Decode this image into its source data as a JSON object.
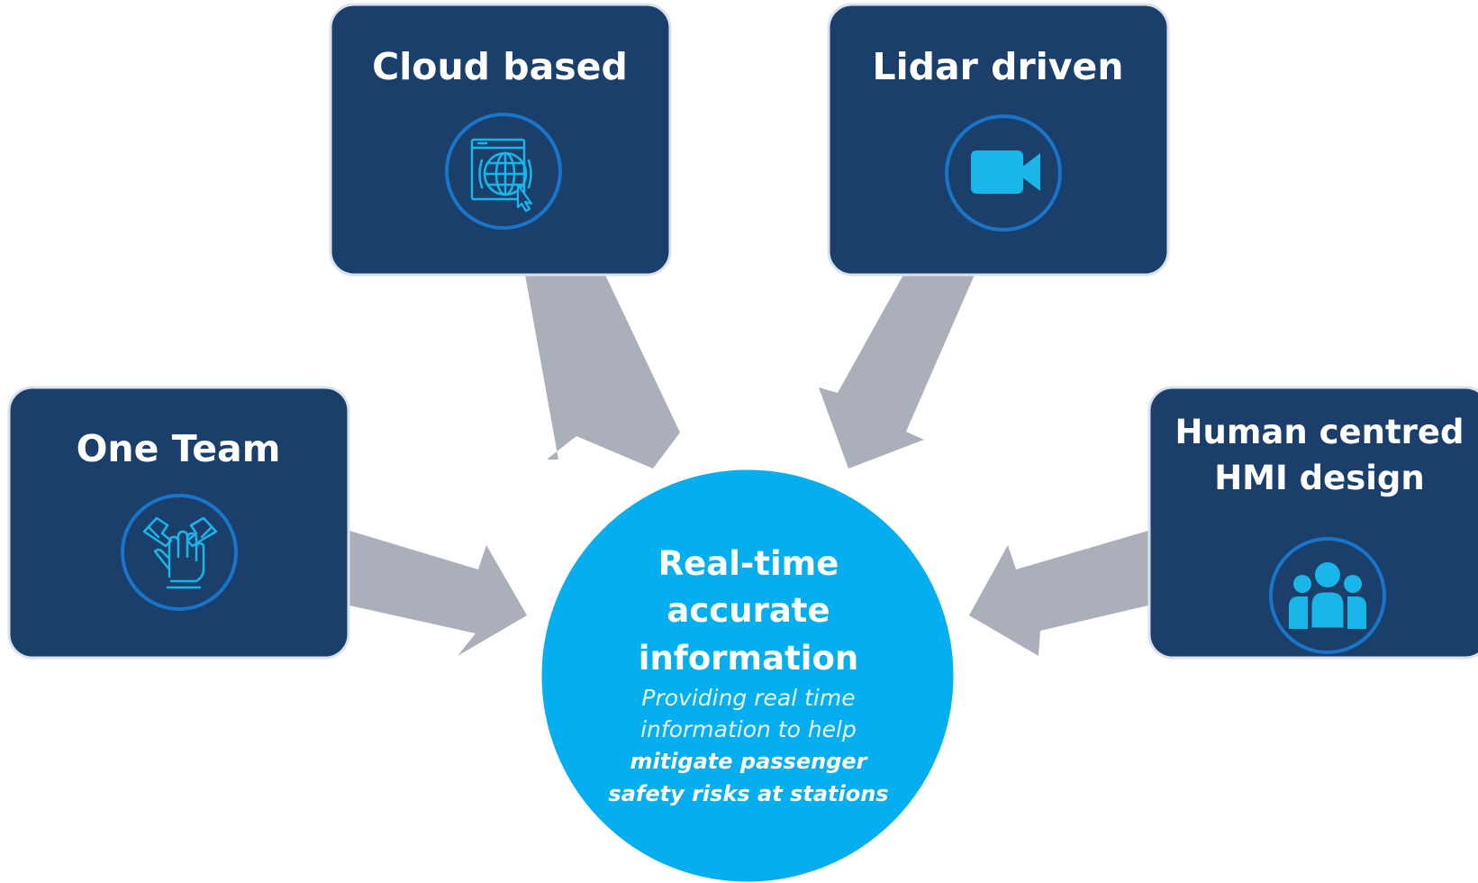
{
  "colors": {
    "box_fill": "#1b3f6b",
    "box_border": "#d9e2ee",
    "icon_ring": "#1a74c8",
    "icon_accent": "#1ab6ea",
    "arrow": "#abafba",
    "center_fill": "#05aeee"
  },
  "boxes": [
    {
      "id": "cloud",
      "title": "Cloud based",
      "icon": "globe-browser-icon"
    },
    {
      "id": "lidar",
      "title": "Lidar driven",
      "icon": "video-camera-icon"
    },
    {
      "id": "team",
      "title": "One Team",
      "icon": "hands-stack-icon"
    },
    {
      "id": "hmi",
      "title_lines": [
        "Human centred",
        "HMI design"
      ],
      "icon": "user-group-icon"
    }
  ],
  "center": {
    "title_lines": [
      "Real-time",
      "accurate",
      "information"
    ],
    "subtitle_lines": [
      "Providing real time",
      "information to help"
    ],
    "subtitle_bold_lines": [
      "mitigate passenger",
      "safety risks at stations"
    ]
  }
}
